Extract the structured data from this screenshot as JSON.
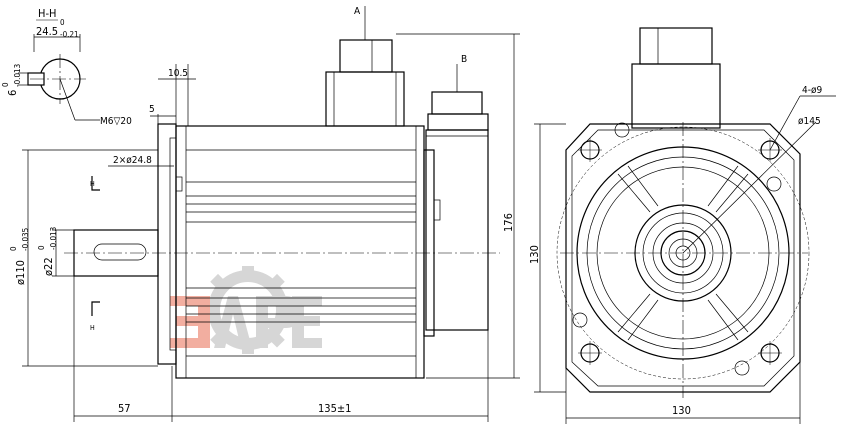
{
  "section_label": "H-H",
  "dims": {
    "keyway_width": "24.5",
    "keyway_width_tol_up": "0",
    "keyway_width_tol_low": "-0.21",
    "key_height": "6",
    "key_height_tol_up": "0",
    "key_height_tol_low": "-0.013",
    "thread": "M6▽20",
    "flange_thickness": "10.5",
    "spigot": "5",
    "tail_dia": "2×ø24.8",
    "flange_dia": "ø110",
    "flange_dia_tol_up": "0",
    "flange_dia_tol_low": "-0.035",
    "shaft_dia": "ø22",
    "shaft_dia_tol_up": "0",
    "shaft_dia_tol_low": "-0.013",
    "shaft_length": "57",
    "body_length": "135±1",
    "total_height": "176",
    "square_height": "130",
    "square_width": "130",
    "holes": "4-ø9",
    "pcd": "ø145"
  },
  "connector_labels": {
    "a": "A",
    "b": "B"
  },
  "section_marks": {
    "top": "H",
    "bottom": "H"
  },
  "watermark": "ЭЛРЕ",
  "colors": {
    "watermark_red": "#f0a090",
    "watermark_gray": "#cfcfcf",
    "line": "#000000"
  }
}
